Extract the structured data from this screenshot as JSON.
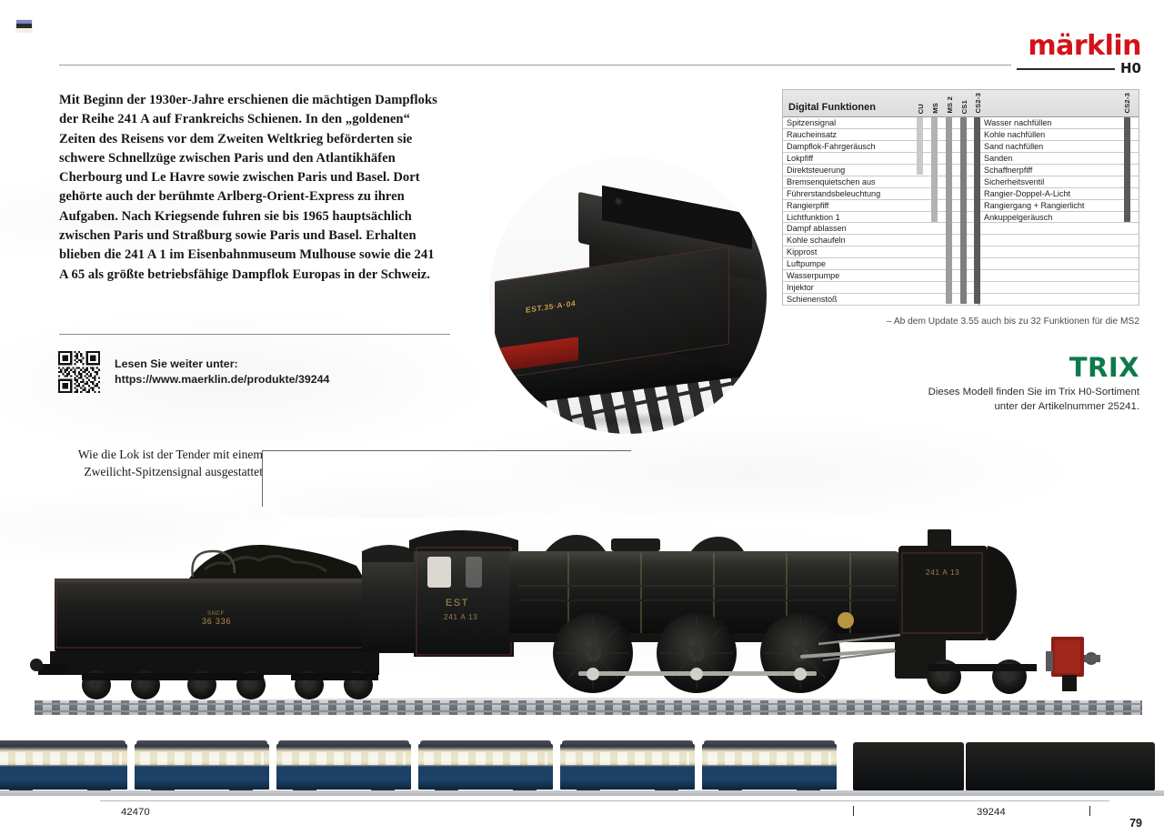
{
  "page": {
    "number": "79",
    "brand_logo": "märklin",
    "brand_scale": "H0",
    "flag_icon": "flag-icon"
  },
  "article": {
    "body_text": "Mit Beginn der 1930er-Jahre erschienen die mächtigen Dampfloks der Reihe 241 A auf Frankreichs Schienen. In den „goldenen“ Zeiten des Reisens vor dem Zweiten Weltkrieg beförderten sie schwere Schnellzüge zwischen Paris und den Atlantikhäfen Cherbourg und Le Havre sowie zwischen Paris und Basel. Dort gehörte auch der berühmte Arlberg-Orient-Express zu ihren Aufgaben. Nach Kriegsende fuhren sie bis 1965 hauptsächlich zwischen Paris und Straßburg sowie Paris und Basel. Erhalten blieben die 241 A 1 im Eisenbahnmuseum Mulhouse sowie die 241 A 65 als größte betriebsfähige Dampflok Europas in der Schweiz."
  },
  "qr_link": {
    "icon": "qr-code-icon",
    "label": "Lesen Sie weiter unter:",
    "url": "https://www.maerklin.de/produkte/39244"
  },
  "photo": {
    "caption_line1": "Wie die Lok ist der Tender mit einem",
    "caption_line2": "Zweilicht-Spitzensignal ausgestattet",
    "tender_marking": "EST.35·A·04"
  },
  "digital_table": {
    "title": "Digital Funktionen",
    "columns": [
      "CU",
      "MS",
      "MS 2",
      "CS1",
      "CS2-3"
    ],
    "right_column": "CS2-3",
    "left_rows": [
      "Spitzensignal",
      "Raucheinsatz",
      "Dampflok-Fahrgeräusch",
      "Lokpfiff",
      "Direktsteuerung",
      "Bremsenquietschen aus",
      "Führerstandsbeleuchtung",
      "Rangierpfiff",
      "Lichtfunktion 1",
      "Dampf ablassen",
      "Kohle schaufeln",
      "Kipprost",
      "Luftpumpe",
      "Wasserpumpe",
      "Injektor",
      "Schienenstoß"
    ],
    "right_rows": [
      "Wasser nachfüllen",
      "Kohle nachfüllen",
      "Sand nachfüllen",
      "Sanden",
      "Schaffnerpfiff",
      "Sicherheitsventil",
      "Rangier-Doppel-A-Licht",
      "Rangiergang + Rangierlicht",
      "Ankuppelgeräusch"
    ],
    "support_rows": {
      "CU": 5,
      "MS": 9,
      "MS 2": 16,
      "CS1": 16,
      "CS2-3": 16,
      "right_CS2-3": 9
    },
    "note": "– Ab dem Update 3.55 auch bis zu 32 Funktionen für die MS2"
  },
  "trix": {
    "logo": "TRIX",
    "line1": "Dieses Modell finden Sie im Trix H0-Sortiment",
    "line2": "unter der Artikelnummer 25241."
  },
  "footer": {
    "left_article": "42470",
    "right_article": "39244"
  },
  "colors": {
    "brand_red": "#d3121a",
    "trix_green": "#0c7a4a",
    "table_border": "#b9b9b9",
    "bar_cu": "#c9c9c9",
    "bar_ms": "#b3b3b3",
    "bar_ms2": "#9d9d9d",
    "bar_cs1": "#7e7e7e",
    "bar_cs23": "#5a5a5a"
  }
}
